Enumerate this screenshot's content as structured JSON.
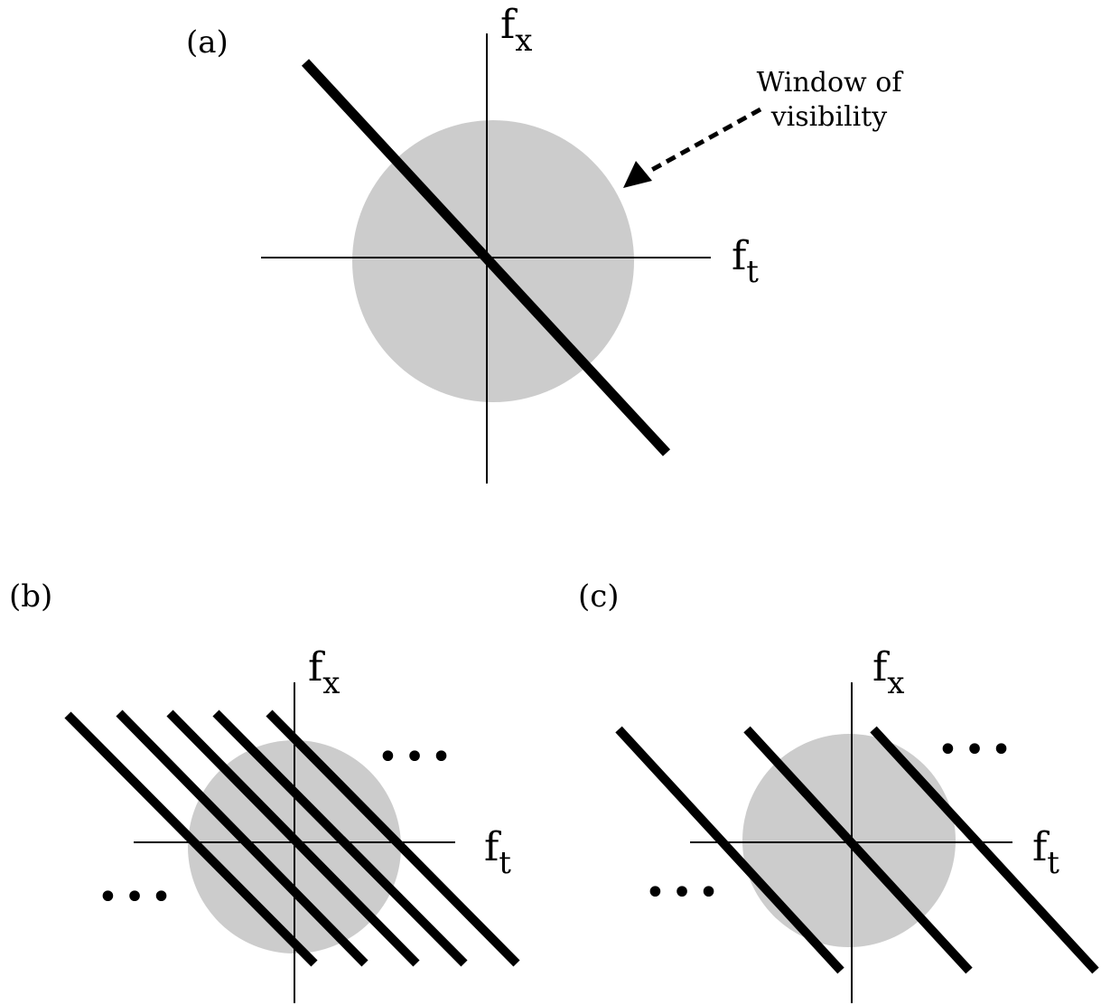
{
  "panels": {
    "a": {
      "label": "(a)",
      "x_axis": {
        "base": "f",
        "sub": "t"
      },
      "y_axis": {
        "base": "f",
        "sub": "x"
      }
    },
    "b": {
      "label": "(b)",
      "x_axis": {
        "base": "f",
        "sub": "t"
      },
      "y_axis": {
        "base": "f",
        "sub": "x"
      },
      "ellipsis": "•••"
    },
    "c": {
      "label": "(c)",
      "x_axis": {
        "base": "f",
        "sub": "t"
      },
      "y_axis": {
        "base": "f",
        "sub": "x"
      },
      "ellipsis": "•••"
    }
  },
  "annotation": {
    "line1": "Window of",
    "line2": "visibility"
  },
  "colors": {
    "window": "#cccccc",
    "line": "#000000"
  }
}
